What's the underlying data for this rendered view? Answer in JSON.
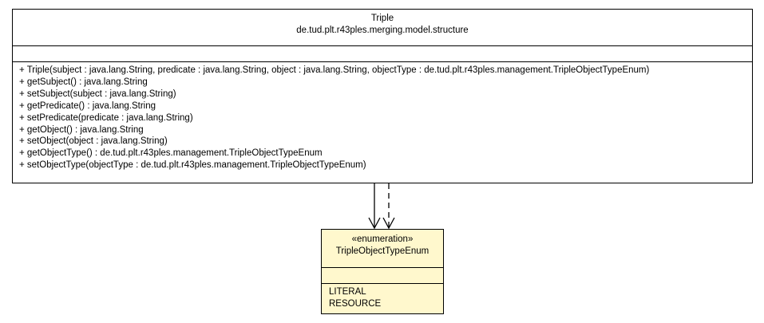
{
  "triple_class": {
    "name": "Triple",
    "package": "de.tud.plt.r43ples.merging.model.structure",
    "operations": [
      "+ Triple(subject : java.lang.String, predicate : java.lang.String, object : java.lang.String, objectType : de.tud.plt.r43ples.management.TripleObjectTypeEnum)",
      "+ getSubject() : java.lang.String",
      "+ setSubject(subject : java.lang.String)",
      "+ getPredicate() : java.lang.String",
      "+ setPredicate(predicate : java.lang.String)",
      "+ getObject() : java.lang.String",
      "+ setObject(object : java.lang.String)",
      "+ getObjectType() : de.tud.plt.r43ples.management.TripleObjectTypeEnum",
      "+ setObjectType(objectType : de.tud.plt.r43ples.management.TripleObjectTypeEnum)"
    ]
  },
  "enum_class": {
    "stereotype": "«enumeration»",
    "name": "TripleObjectTypeEnum",
    "constants": [
      "LITERAL",
      "RESOURCE"
    ],
    "fill_color": "#fff8cd"
  },
  "relations": [
    {
      "type": "association",
      "line": "solid",
      "from": "Triple",
      "to": "TripleObjectTypeEnum"
    },
    {
      "type": "dependency",
      "line": "dashed",
      "from": "Triple",
      "to": "TripleObjectTypeEnum"
    }
  ]
}
